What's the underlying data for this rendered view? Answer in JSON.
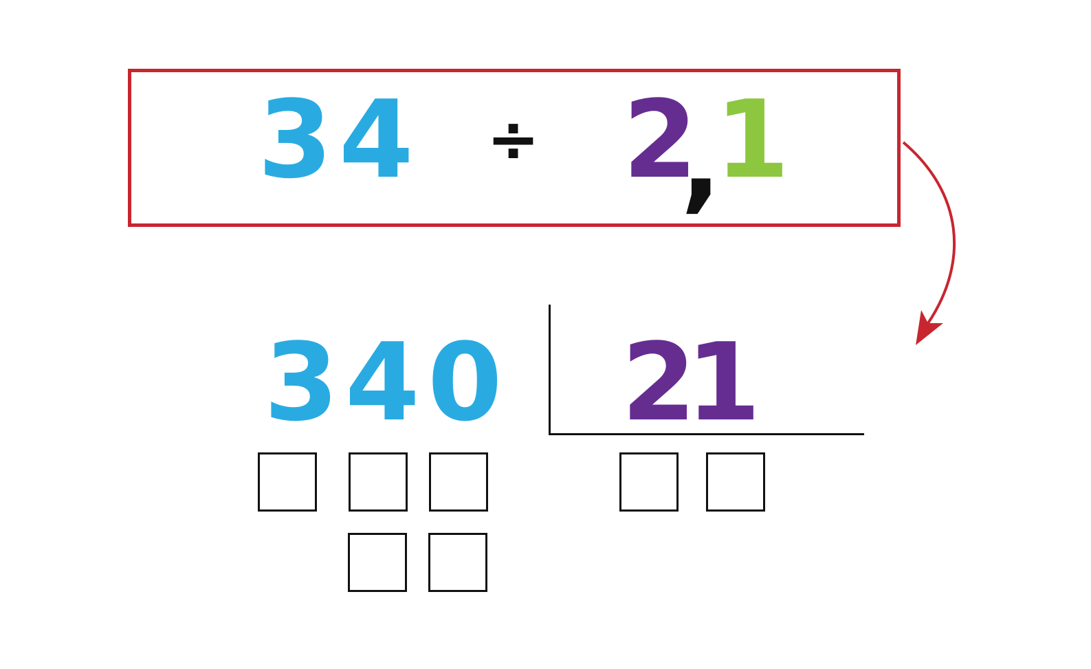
{
  "colors": {
    "dividend": "#29abe2",
    "divisor_int": "#662d91",
    "divisor_dec": "#8dc63f",
    "operator": "#111111",
    "frame": "#c8262f"
  },
  "expression": {
    "dividend_digits": [
      "3",
      "4"
    ],
    "operator": "÷",
    "divisor_int": "2",
    "decimal_separator": ",",
    "divisor_dec": "1"
  },
  "long_division": {
    "dividend_digits": [
      "3",
      "4",
      "0"
    ],
    "divisor_digits": [
      "2",
      "1"
    ],
    "empty_boxes": {
      "dividend_row_1": 3,
      "dividend_row_2": 2,
      "quotient_row": 2
    }
  }
}
